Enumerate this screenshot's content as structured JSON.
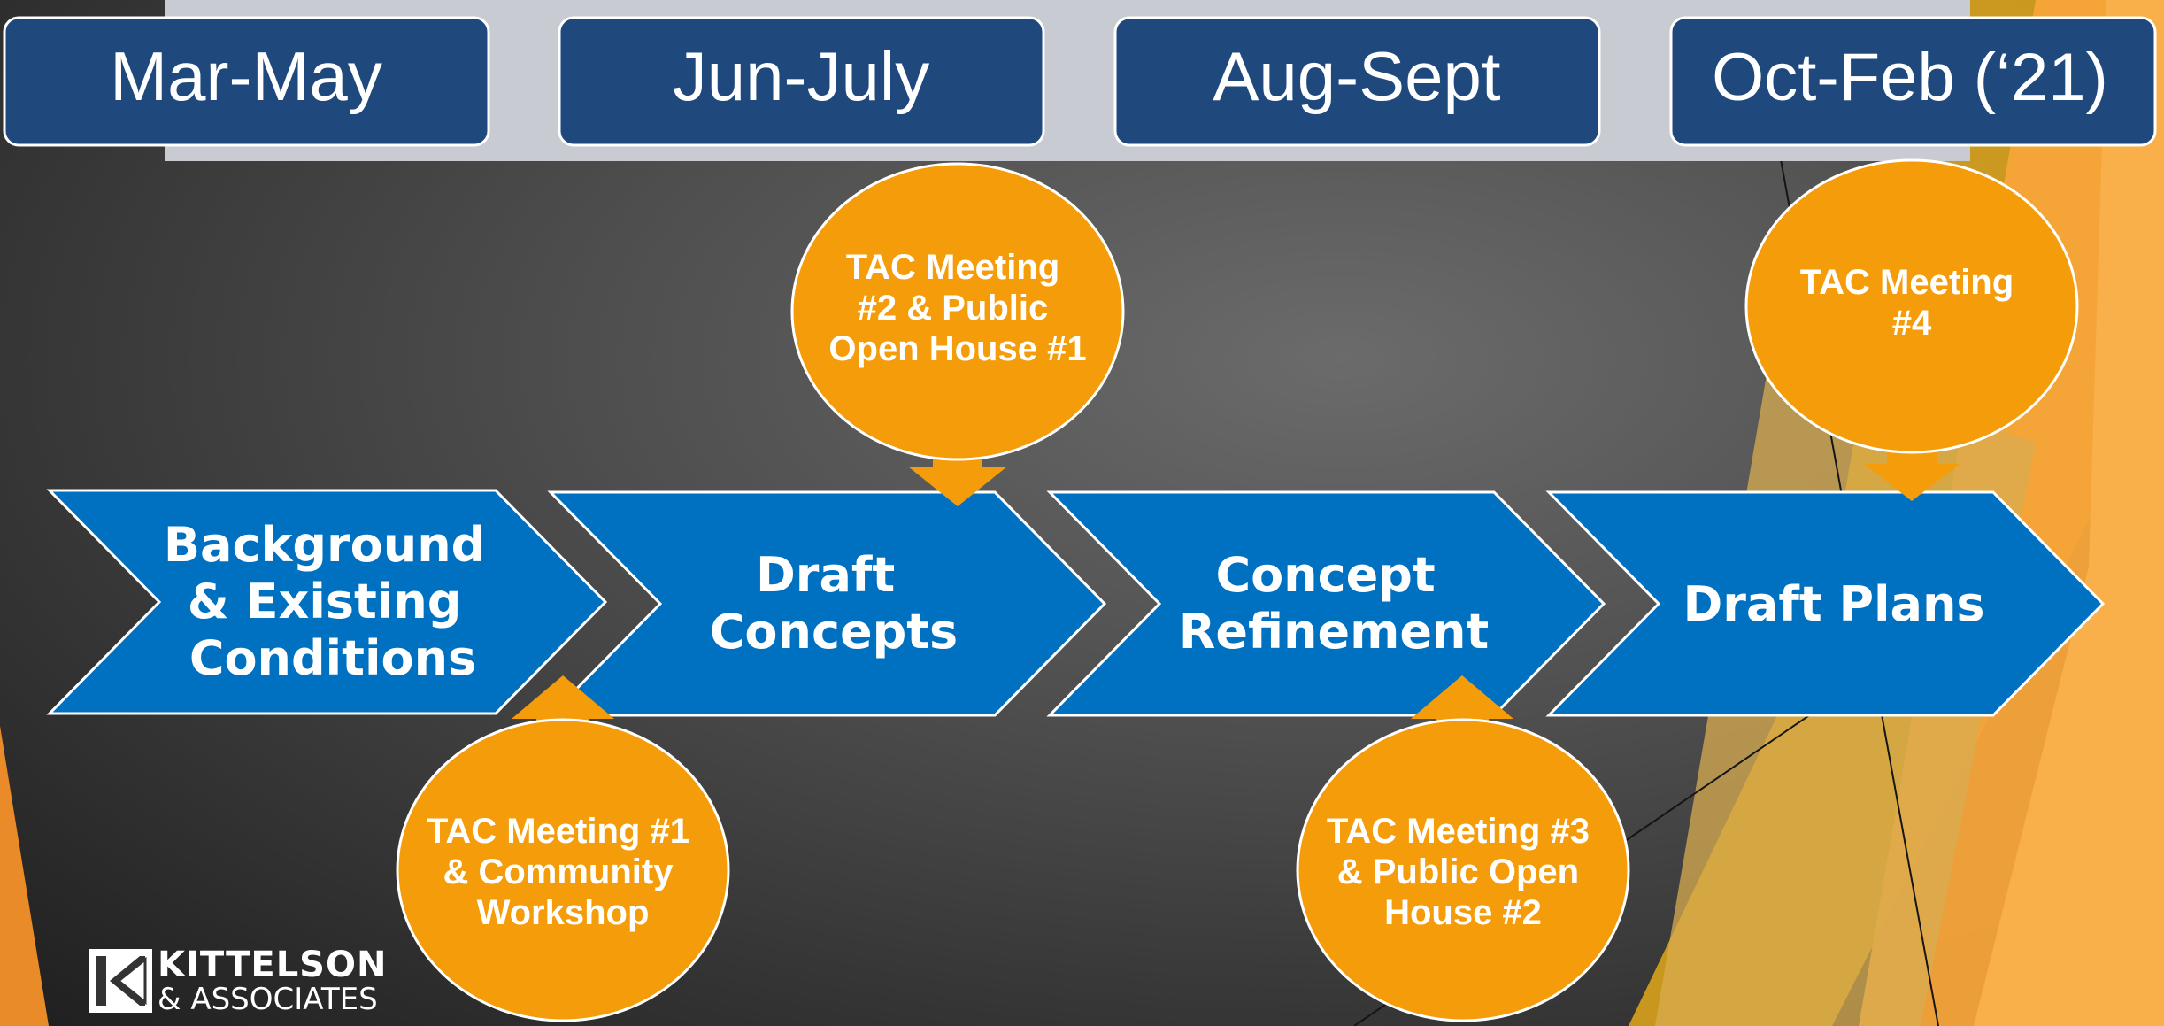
{
  "periods": [
    {
      "label": "Mar-May"
    },
    {
      "label": "Jun-July"
    },
    {
      "label": "Aug-Sept"
    },
    {
      "label": "Oct-Feb (‘21)"
    }
  ],
  "phases": [
    {
      "lines": [
        "Background",
        "& Existing",
        "Conditions"
      ]
    },
    {
      "lines": [
        "Draft",
        "Concepts"
      ]
    },
    {
      "lines": [
        "Concept",
        "Refinement"
      ]
    },
    {
      "lines": [
        "Draft Plans"
      ]
    }
  ],
  "meetings": [
    {
      "lines": [
        "TAC Meeting #1",
        "& Community",
        "Workshop"
      ],
      "position": "below",
      "target_phase": 1
    },
    {
      "lines": [
        "TAC Meeting",
        "#2 & Public",
        "Open House #1"
      ],
      "position": "above",
      "target_phase": 2
    },
    {
      "lines": [
        "TAC Meeting #3",
        "& Public Open",
        "House #2"
      ],
      "position": "below",
      "target_phase": 3
    },
    {
      "lines": [
        "TAC Meeting",
        "#4"
      ],
      "position": "above",
      "target_phase": 4
    }
  ],
  "logo": {
    "line1": "KITTELSON",
    "line2": "& ASSOCIATES"
  },
  "colors": {
    "period_box": "#1f497d",
    "timeline_band": "#c9cbd3",
    "chevron": "#0070c0",
    "bubble": "#f59c0b",
    "accent_orange": "#f7941d",
    "accent_yellow": "#f5c043"
  }
}
